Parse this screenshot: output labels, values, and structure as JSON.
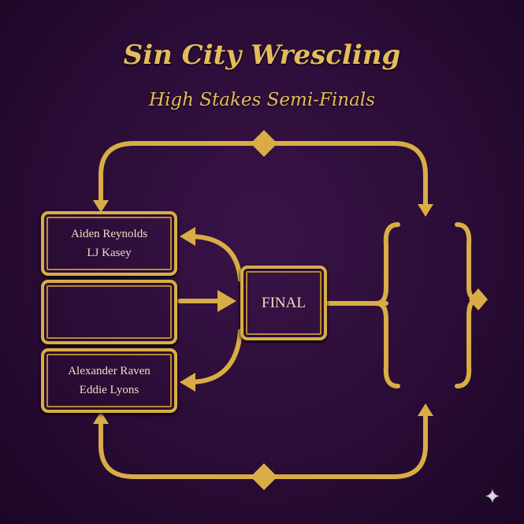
{
  "header": {
    "title": "Sin City Wrescling",
    "subtitle": "High Stakes Semi-Finals"
  },
  "bracket": {
    "matches": [
      {
        "competitors": [
          "Aiden Reynolds",
          "LJ Kasey"
        ]
      },
      {
        "competitors": []
      },
      {
        "competitors": [
          "Alexander Raven",
          "Eddie Lyons"
        ]
      }
    ],
    "final_label": "FINAL"
  },
  "colors": {
    "gold": "#d9ad45",
    "background": "#2a0c36",
    "text": "#f0dcc0"
  }
}
